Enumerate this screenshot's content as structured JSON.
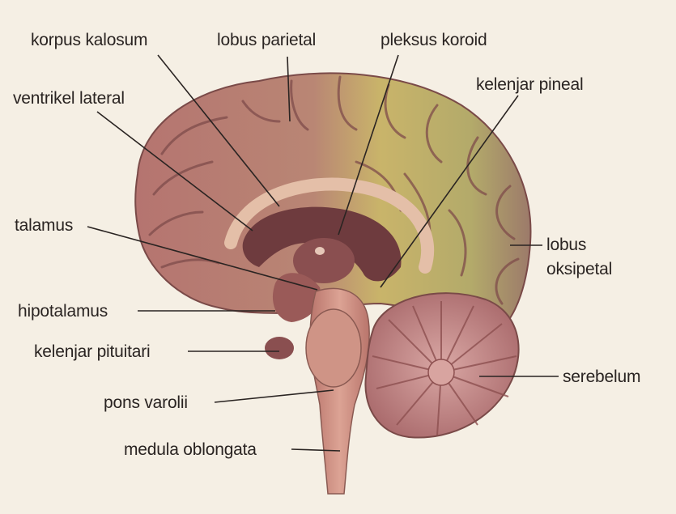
{
  "labels": {
    "korpus_kalosum": "korpus kalosum",
    "lobus_parietal": "lobus parietal",
    "pleksus_koroid": "pleksus koroid",
    "kelenjar_pineal": "kelenjar pineal",
    "ventrikel_lateral": "ventrikel lateral",
    "talamus": "talamus",
    "lobus_oksipetal_line1": "lobus",
    "lobus_oksipetal_line2": "oksipetal",
    "hipotalamus": "hipotalamus",
    "kelenjar_pituitari": "kelenjar pituitari",
    "serebelum": "serebelum",
    "pons_varolii": "pons varolii",
    "medula_oblongata": "medula oblongata"
  },
  "colors": {
    "background": "#f5efe4",
    "cortex": "#b0706c",
    "gyri_highlight": "#d9a39a",
    "parietal_yellow": "#c9b46a",
    "occipital_green": "#a9a46a",
    "ventricle": "#6e3b3e",
    "brainstem": "#c98a80",
    "cerebellum": "#c48a88",
    "leader_line": "#2a2422"
  }
}
